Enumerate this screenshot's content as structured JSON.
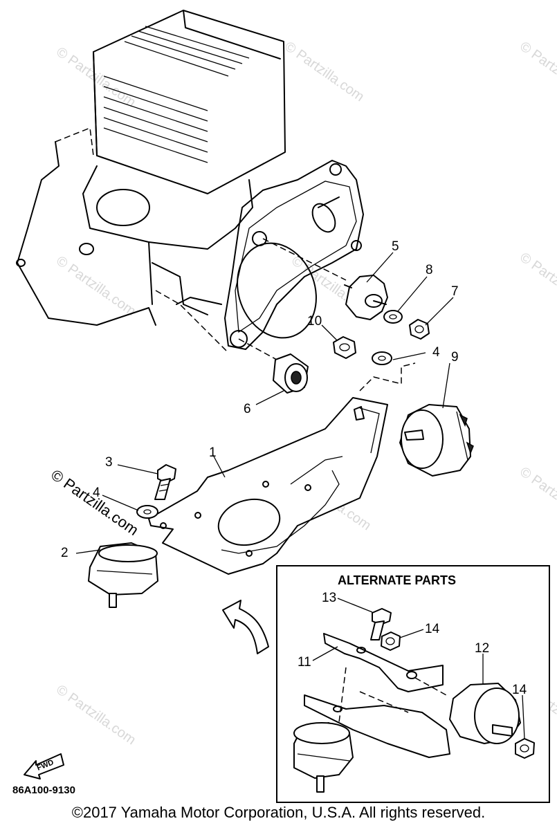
{
  "callouts": [
    "1",
    "2",
    "3",
    "4",
    "4",
    "5",
    "6",
    "7",
    "8",
    "9",
    "10",
    "11",
    "12",
    "13",
    "14",
    "14"
  ],
  "inset_title": "ALTERNATE PARTS",
  "diagram_code": "86A100-9130",
  "fwd_label": "FWD",
  "watermark_large": "© Partzilla.com",
  "watermark_faint": "© Partzilla.com",
  "copyright": "©2017  Yamaha Motor Corporation, U.S.A. All rights reserved."
}
